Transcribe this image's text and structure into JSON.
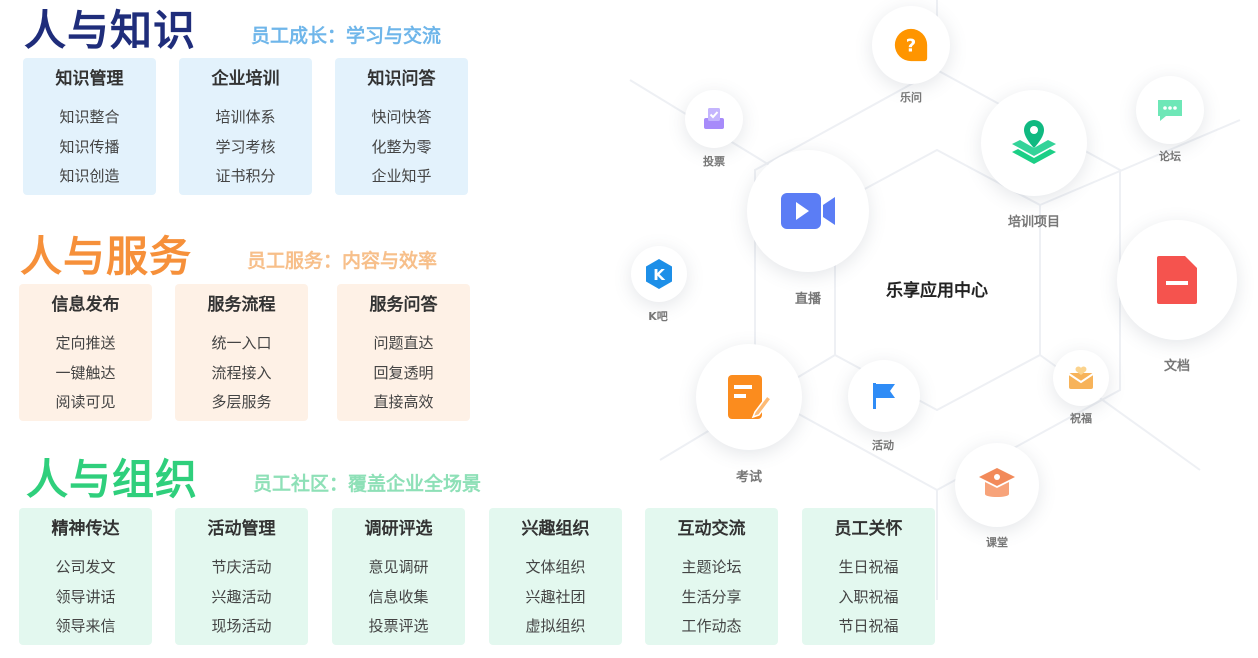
{
  "sections": {
    "knowledge": {
      "title": "人与知识",
      "subtitle": "员工成长：学习与交流",
      "color": "#1f2d7b",
      "sub_color": "#6fb6ea",
      "cards": [
        {
          "title": "知识管理",
          "items": [
            "知识整合",
            "知识传播",
            "知识创造"
          ]
        },
        {
          "title": "企业培训",
          "items": [
            "培训体系",
            "学习考核",
            "证书积分"
          ]
        },
        {
          "title": "知识问答",
          "items": [
            "快问快答",
            "化整为零",
            "企业知乎"
          ]
        }
      ]
    },
    "service": {
      "title": "人与服务",
      "subtitle": "员工服务：内容与效率",
      "color": "#f6903a",
      "sub_color": "#f7bf8a",
      "cards": [
        {
          "title": "信息发布",
          "items": [
            "定向推送",
            "一键触达",
            "阅读可见"
          ]
        },
        {
          "title": "服务流程",
          "items": [
            "统一入口",
            "流程接入",
            "多层服务"
          ]
        },
        {
          "title": "服务问答",
          "items": [
            "问题直达",
            "回复透明",
            "直接高效"
          ]
        }
      ]
    },
    "organization": {
      "title": "人与组织",
      "subtitle": "员工社区：覆盖企业全场景",
      "color": "#2fcf7c",
      "sub_color": "#8ee0b7",
      "cards": [
        {
          "title": "精神传达",
          "items": [
            "公司发文",
            "领导讲话",
            "领导来信"
          ]
        },
        {
          "title": "活动管理",
          "items": [
            "节庆活动",
            "兴趣活动",
            "现场活动"
          ]
        },
        {
          "title": "调研评选",
          "items": [
            "意见调研",
            "信息收集",
            "投票评选"
          ]
        },
        {
          "title": "兴趣组织",
          "items": [
            "文体组织",
            "兴趣社团",
            "虚拟组织"
          ]
        },
        {
          "title": "互动交流",
          "items": [
            "主题论坛",
            "生活分享",
            "工作动态"
          ]
        },
        {
          "title": "员工关怀",
          "items": [
            "生日祝福",
            "入职祝福",
            "节日祝福"
          ]
        }
      ]
    }
  },
  "hub": {
    "center": "乐享应用中心",
    "apps": [
      {
        "id": "lewen",
        "label": "乐问",
        "icon": "question-bubble-icon",
        "color": "#ff9500"
      },
      {
        "id": "vote",
        "label": "投票",
        "icon": "ballot-box-icon",
        "color": "#a78bfa"
      },
      {
        "id": "forum",
        "label": "论坛",
        "icon": "chat-bubble-icon",
        "color": "#6ee7b7"
      },
      {
        "id": "training",
        "label": "培训项目",
        "icon": "map-pin-layers-icon",
        "color": "#1ccf86"
      },
      {
        "id": "live",
        "label": "直播",
        "icon": "video-camera-icon",
        "color": "#5b7df5"
      },
      {
        "id": "kba",
        "label": "K吧",
        "icon": "k-logo-icon",
        "color": "#1d8fe8"
      },
      {
        "id": "doc",
        "label": "文档",
        "icon": "document-icon",
        "color": "#f5534e"
      },
      {
        "id": "exam",
        "label": "考试",
        "icon": "exam-paper-icon",
        "color": "#fb8c1e"
      },
      {
        "id": "activity",
        "label": "活动",
        "icon": "flag-icon",
        "color": "#2f8cf6"
      },
      {
        "id": "bless",
        "label": "祝福",
        "icon": "envelope-icon",
        "color": "#f7b35a"
      },
      {
        "id": "course",
        "label": "课堂",
        "icon": "graduation-cap-icon",
        "color": "#f28a5a"
      }
    ]
  }
}
